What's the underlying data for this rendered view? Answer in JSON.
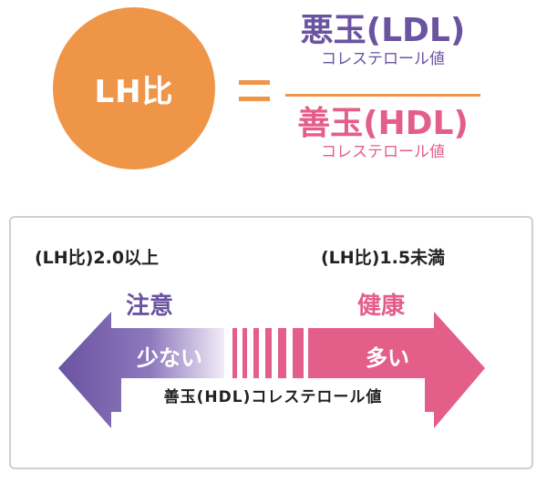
{
  "formula": {
    "lh_label": "LH比",
    "equals": "=",
    "numerator": {
      "title": "悪玉(LDL)",
      "sub": "コレステロール値"
    },
    "denominator": {
      "title": "善玉(HDL)",
      "sub": "コレステロール値"
    }
  },
  "scale": {
    "left_condition": "(LH比)2.0以上",
    "right_condition": "(LH比)1.5未満",
    "left_status": "注意",
    "right_status": "健康",
    "left_label": "少ない",
    "right_label": "多い",
    "axis_label": "善玉(HDL)コレステロール値"
  },
  "colors": {
    "orange": "#ef9547",
    "purple": "#6a53a1",
    "pink": "#e45e8a"
  }
}
